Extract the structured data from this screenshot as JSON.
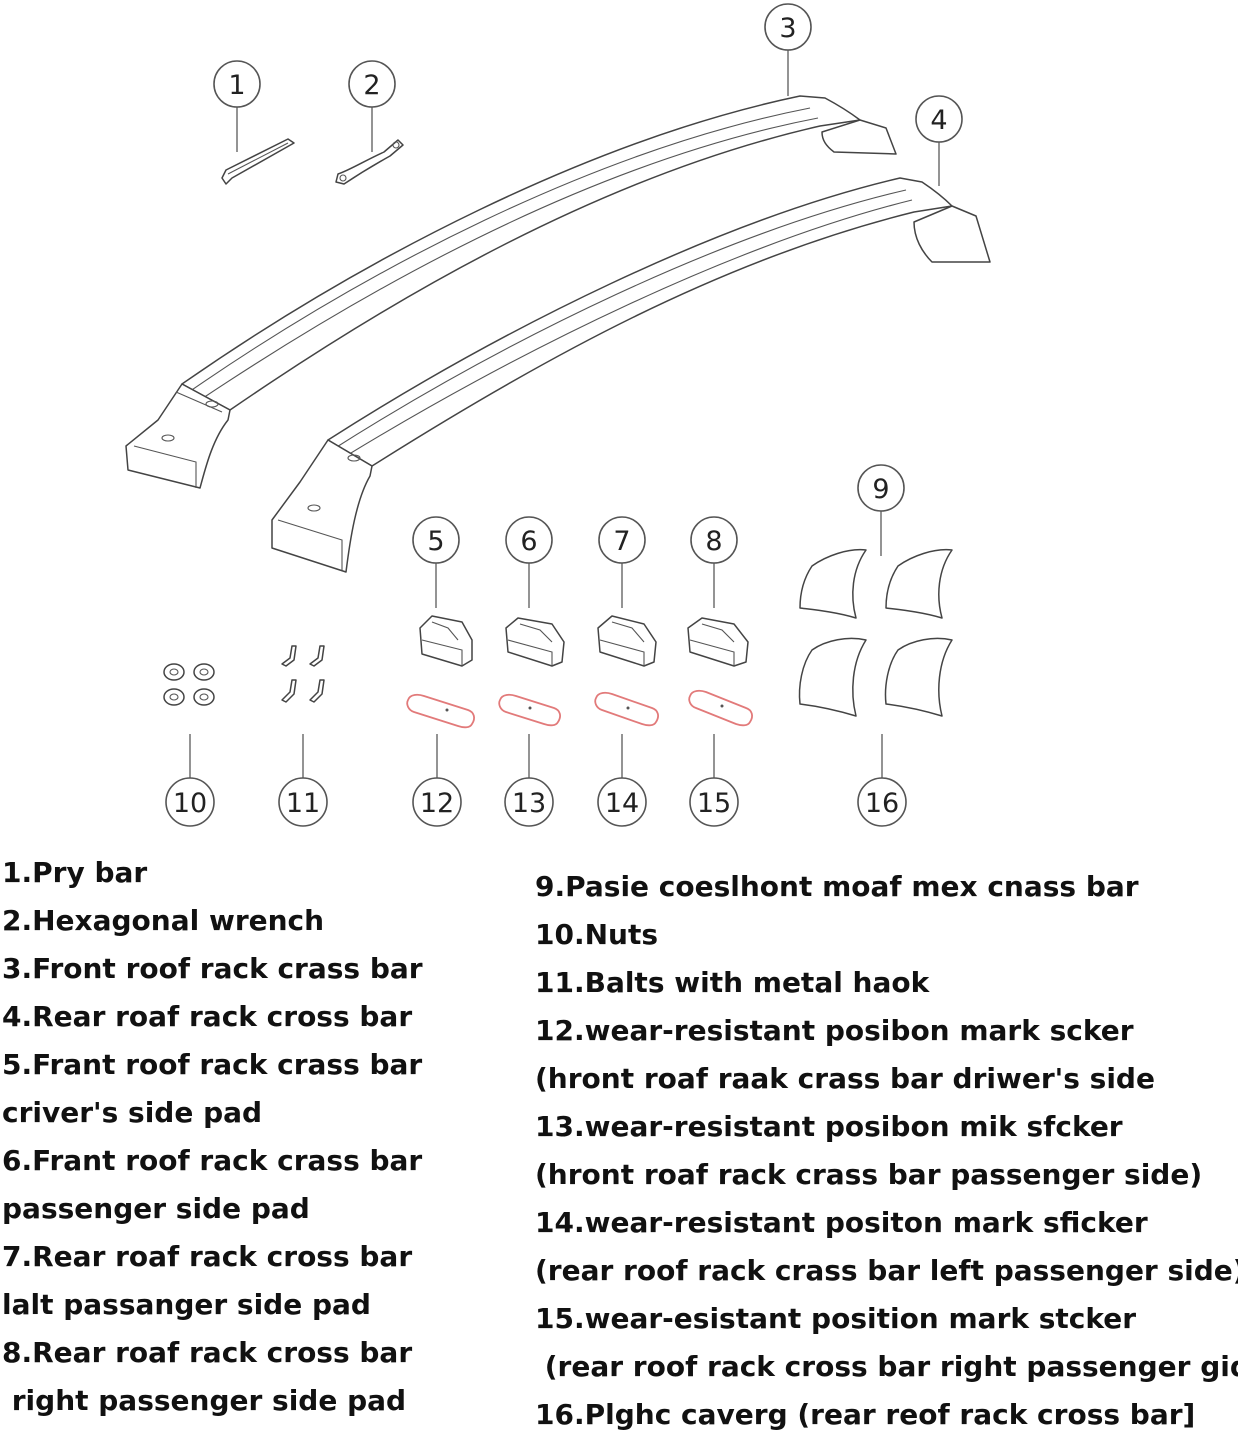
{
  "callouts": [
    "1",
    "2",
    "3",
    "4",
    "5",
    "6",
    "7",
    "8",
    "9",
    "10",
    "11",
    "12",
    "13",
    "14",
    "15",
    "16"
  ],
  "legend": {
    "left": [
      "1.Pry bar",
      "2.Hexagonal wrench",
      "3.Front roof rack crass bar",
      "4.Rear roaf rack cross bar",
      "5.Frant roof rack crass bar",
      "criver's side pad",
      "6.Frant roof rack crass bar",
      "passenger side pad",
      "7.Rear roaf rack cross bar",
      "lalt passanger side pad",
      "8.Rear roaf rack cross bar",
      " right passenger side pad"
    ],
    "right": [
      "9.Pasie coeslhont moaf mex cnass bar",
      "10.Nuts",
      "11.Balts with metal haok",
      "12.wear-resistant posibon mark scker",
      "(hront roaf raak crass bar driwer's side",
      "13.wear-resistant posibon mik sfcker",
      "(hront roaf rack crass bar passenger side)",
      "14.wear-resistant positon mark sficker",
      "(rear roof rack crass bar left passenger side)",
      "15.wear-esistant position mark stcker",
      " (rear roof rack cross bar right passenger gide)",
      "16.Plghc caverg (rear reof rack cross bar]"
    ]
  },
  "colors": {
    "line": "#444444",
    "sticker_outline": "#e27a7a",
    "text": "#111111"
  }
}
